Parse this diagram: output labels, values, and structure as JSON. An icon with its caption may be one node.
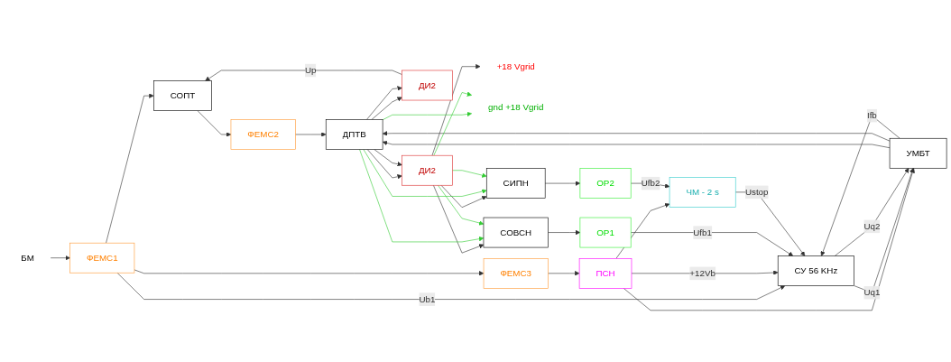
{
  "diagram": {
    "nodes": [
      {
        "text": [
          "БМ"
        ]
      },
      {
        "text": [
          "ФЕМС1"
        ]
      },
      {
        "text": [
          "СОПТ"
        ]
      },
      {
        "text": [
          "ФЕМС2"
        ]
      },
      {
        "text": [
          "ДИ2"
        ]
      },
      {
        "text": [
          "УМБТ"
        ]
      },
      {
        "text": [
          "ДПТВ"
        ]
      },
      {
        "text": [
          "ДИ2"
        ]
      },
      {
        "text": [
          "+18 Vgrid"
        ]
      },
      {
        "text": [
          "gnd +18 Vgrid"
        ]
      },
      {
        "text": [
          "ФЕМС3"
        ]
      },
      {
        "text": [
          "ПСН"
        ]
      },
      {
        "text": [
          "СУ 56 KHz"
        ]
      },
      {
        "text": [
          "ОР1"
        ]
      },
      {
        "text": [
          "СОВСН"
        ]
      },
      {
        "text": [
          "ЧМ - 2 s"
        ]
      },
      {
        "text": [
          "ОР2"
        ]
      },
      {
        "text": [
          "СИПН"
        ]
      }
    ],
    "edges": [
      {
        "from": 0,
        "to": 1,
        "arrow": "to"
      },
      {
        "from": 1,
        "to": 2,
        "arrow": "to"
      },
      {
        "from": 1,
        "to": 10,
        "arrow": "to"
      },
      {
        "from": 1,
        "to": 12,
        "arrow": "to",
        "label": "Ub1"
      },
      {
        "from": 4,
        "to": 2,
        "arrow": "to",
        "label": "Up"
      },
      {
        "from": 2,
        "to": 3,
        "arrow": "to"
      },
      {
        "from": 3,
        "to": 6,
        "arrow": "to"
      },
      {
        "from": 5,
        "to": 6,
        "arrow": "to"
      },
      {
        "from": 5,
        "to": 6,
        "arrow": "to"
      },
      {
        "from": 6,
        "to": 4,
        "arrow": "to"
      },
      {
        "from": 6,
        "to": 4,
        "arrow": "to"
      },
      {
        "from": 6,
        "to": 7,
        "arrow": "to"
      },
      {
        "from": 6,
        "to": 7,
        "arrow": "to"
      },
      {
        "from": 7,
        "to": 8,
        "arrow": "to"
      },
      {
        "from": 7,
        "to": 14,
        "arrow": "to"
      },
      {
        "from": 7,
        "to": 17,
        "arrow": "to"
      },
      {
        "from": 6,
        "to": 9,
        "arrow": "to",
        "color": "#33cc33"
      },
      {
        "from": 7,
        "to": 9,
        "arrow": "to",
        "color": "#33cc33"
      },
      {
        "from": 6,
        "to": 14,
        "arrow": "to",
        "color": "#33cc33"
      },
      {
        "from": 7,
        "to": 14,
        "arrow": "to",
        "color": "#33cc33"
      },
      {
        "from": 6,
        "to": 17,
        "arrow": "to",
        "color": "#33cc33"
      },
      {
        "from": 7,
        "to": 17,
        "arrow": "to",
        "color": "#33cc33"
      },
      {
        "from": 10,
        "to": 11,
        "arrow": "to"
      },
      {
        "from": 11,
        "to": 12,
        "arrow": "to",
        "label": "+12Vb"
      },
      {
        "from": 11,
        "to": 5,
        "arrow": "to"
      },
      {
        "from": 11,
        "to": 15,
        "arrow": "to"
      },
      {
        "from": 12,
        "to": 5,
        "arrow": "to",
        "label": "Uq1"
      },
      {
        "from": 12,
        "to": 5,
        "arrow": "to",
        "label": "Uq2"
      },
      {
        "from": 5,
        "to": 12,
        "arrow": "to",
        "label": "Ifb"
      },
      {
        "from": 14,
        "to": 13,
        "arrow": "to"
      },
      {
        "from": 13,
        "to": 12,
        "arrow": "to",
        "label": "Ufb1"
      },
      {
        "from": 17,
        "to": 16,
        "arrow": "to"
      },
      {
        "from": 16,
        "to": 15,
        "arrow": "to",
        "label": "Ufb2"
      },
      {
        "from": 15,
        "to": 12,
        "arrow": "to",
        "label": "Ustop"
      }
    ]
  }
}
